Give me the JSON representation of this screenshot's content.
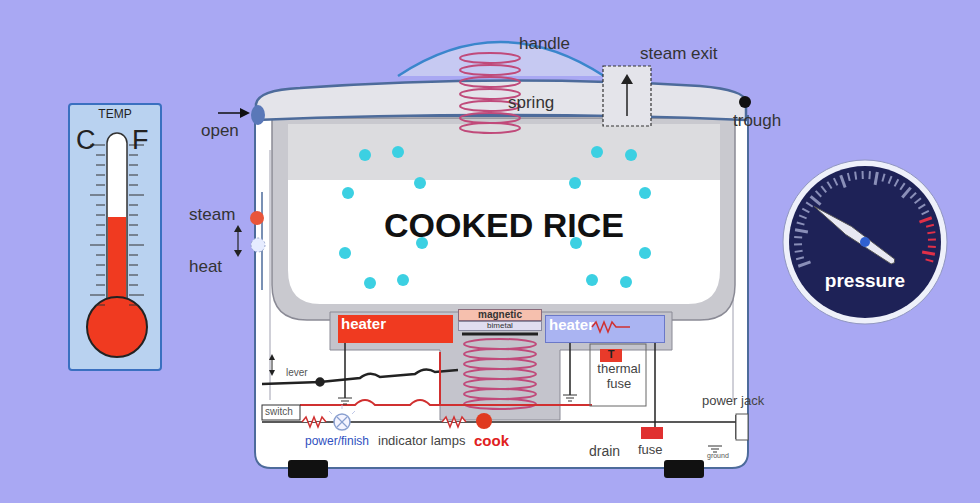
{
  "diagram": {
    "nodes": [
      {
        "text": [
          "TEMP",
          "C",
          "F"
        ]
      },
      {
        "text": [
          "COOKED RICE"
        ]
      },
      {
        "text": [
          "pressure"
        ]
      },
      {
        "text": [
          "heater"
        ]
      },
      {
        "text": [
          "magnetic"
        ]
      },
      {
        "text": [
          "bimetal"
        ]
      },
      {
        "text": [
          "heater"
        ]
      },
      {
        "text": [
          "T"
        ]
      }
    ],
    "labels": [
      "handle",
      "steam exit",
      "spring",
      "open",
      "trough",
      "steam",
      "heat",
      "lever",
      "switch",
      "power/finish",
      "indicator lamps",
      "cook",
      "thermal fuse",
      "power jack",
      "drain",
      "fuse",
      "ground"
    ]
  }
}
